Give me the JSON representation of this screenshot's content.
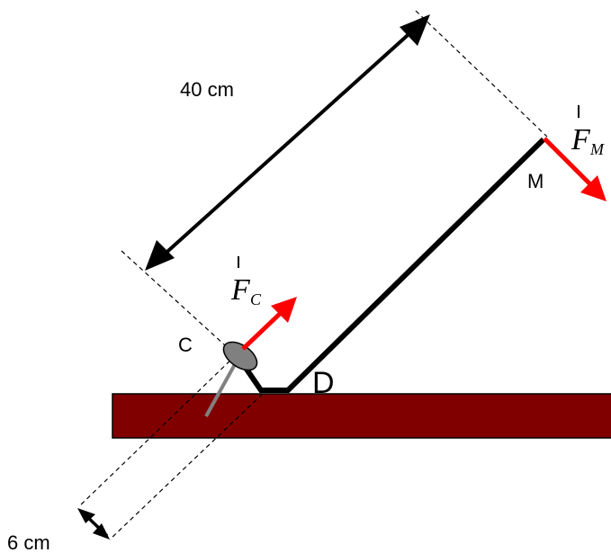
{
  "labels": {
    "length_40": "40 cm",
    "length_6": "6 cm",
    "point_c": "C",
    "point_d": "D",
    "point_m": "M"
  },
  "forces": {
    "fm": {
      "symbol": "F",
      "subscript": "M",
      "color": "#ff0000"
    },
    "fc": {
      "symbol": "F",
      "subscript": "C",
      "color": "#ff0000"
    }
  },
  "colors": {
    "surface": "#800000",
    "nail_head": "#808080",
    "nail_shank": "#808080",
    "lever": "#000000"
  }
}
